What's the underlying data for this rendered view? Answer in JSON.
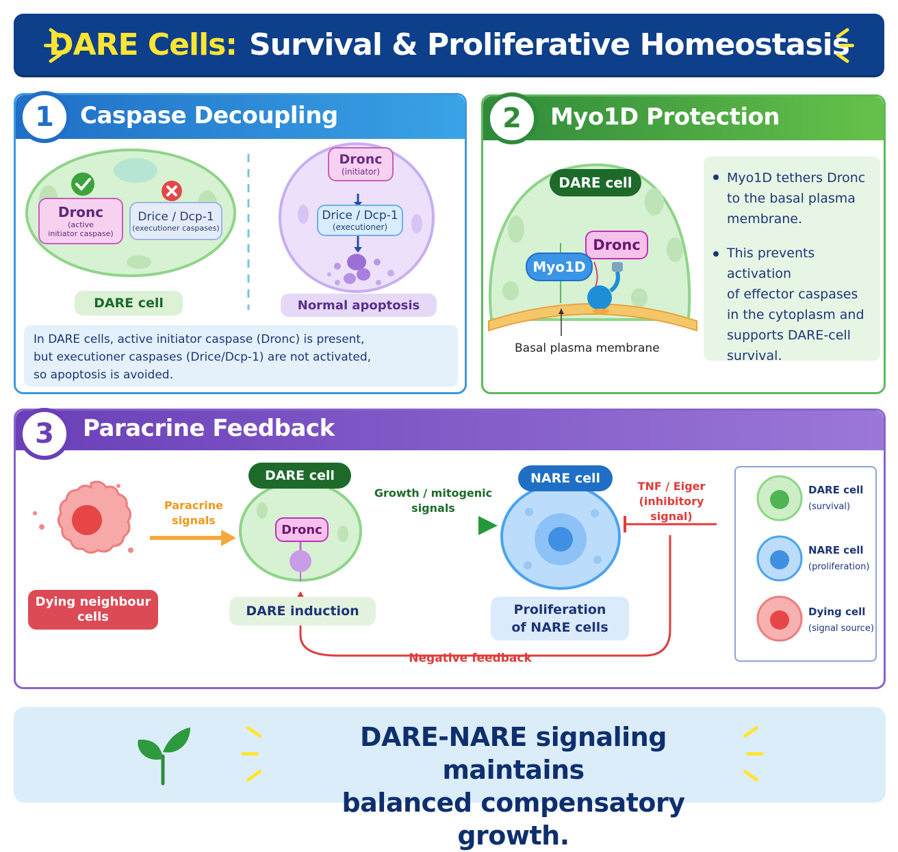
{
  "title": {
    "highlight": "DARE Cells:",
    "rest": "Survival & Proliferative Homeostasis"
  },
  "panel1": {
    "number": "1",
    "title": "Caspase Decoupling",
    "dronc_label": "Dronc",
    "dronc_sub": "(active\ninitiator caspase)",
    "drice_label": "Drice / Dcp-1",
    "drice_sub": "(executioner caspases)",
    "dare_cell": "DARE cell",
    "apop_dronc": "Dronc",
    "apop_dronc_sub": "(initiator)",
    "apop_drice": "Drice / Dcp-1",
    "apop_drice_sub": "(executioner)",
    "normal_apoptosis": "Normal apoptosis",
    "note": "In DARE cells, active initiator caspase (Dronc) is present,\nbut executioner caspases (Drice/Dcp-1) are not activated,\nso apoptosis is avoided."
  },
  "panel2": {
    "number": "2",
    "title": "Myo1D Protection",
    "dare_cell": "DARE cell",
    "dronc": "Dronc",
    "myo1d": "Myo1D",
    "membrane": "Basal plasma membrane",
    "bullets": [
      "Myo1D tethers Dronc\nto the basal plasma\nmembrane.",
      "This prevents activation\nof effector caspases\nin the cytoplasm and\nsupports DARE-cell\nsurvival."
    ]
  },
  "panel3": {
    "number": "3",
    "title": "Paracrine Feedback",
    "dying": "Dying neighbour\ncells",
    "paracrine": "Paracrine\nsignals",
    "dare_cell": "DARE cell",
    "dronc": "Dronc",
    "dare_induction": "DARE induction",
    "growth": "Growth / mitogenic\nsignals",
    "nare_cell": "NARE cell",
    "proliferation": "Proliferation\nof NARE cells",
    "tnf": "TNF / Eiger\n(inhibitory signal)",
    "negative_feedback": "Negative feedback",
    "legend": [
      {
        "label": "DARE cell",
        "sub": "(survival)"
      },
      {
        "label": "NARE cell",
        "sub": "(proliferation)"
      },
      {
        "label": "Dying cell",
        "sub": "(signal source)"
      }
    ]
  },
  "footer": {
    "line1_bold": "DARE-NARE",
    "line1_rest": " signaling maintains",
    "line2": "balanced compensatory growth."
  },
  "colors": {
    "navy": "#0d3f8a",
    "blue": "#2a86d8",
    "green": "#3e9e3e",
    "purple": "#7e57c2",
    "red": "#e03b3b",
    "yellow": "#ffe533"
  }
}
